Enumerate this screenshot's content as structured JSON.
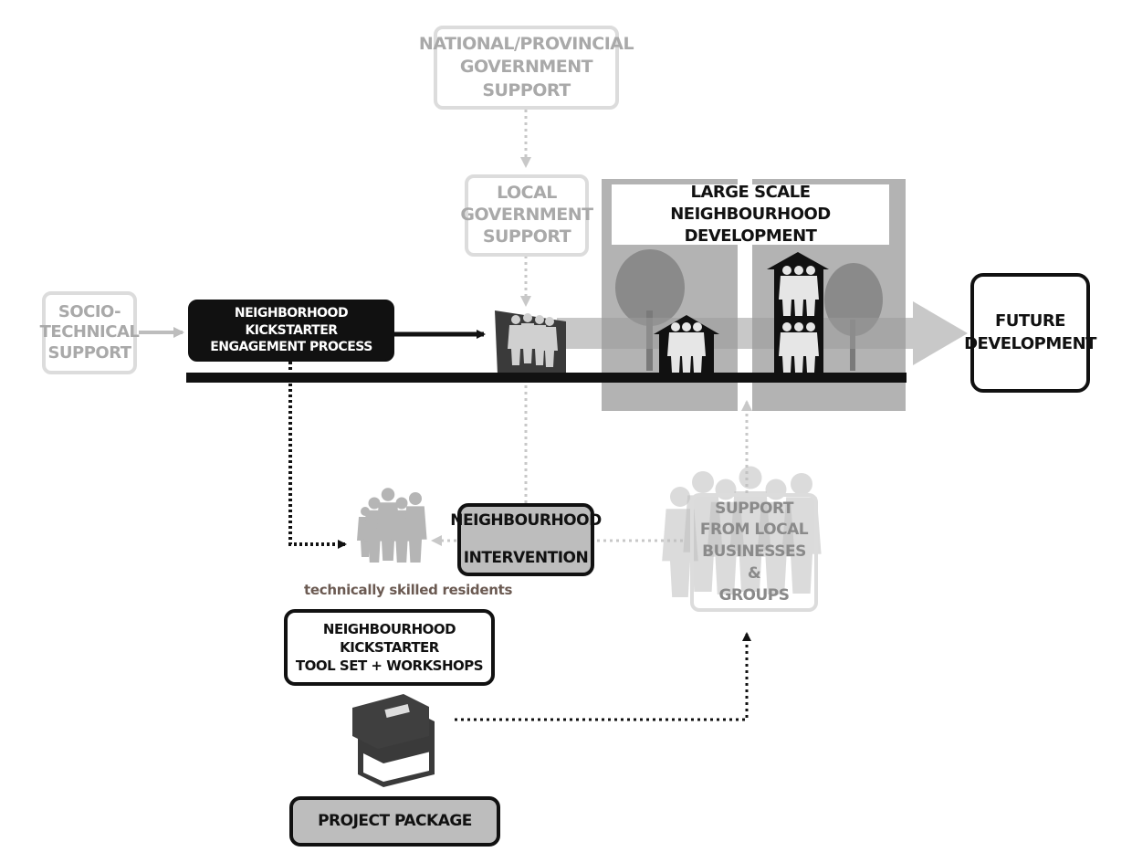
{
  "nodes": {
    "national_support": [
      "NATIONAL/PROVINCIAL",
      "GOVERNMENT SUPPORT"
    ],
    "local_support": [
      "LOCAL",
      "GOVERNMENT",
      "SUPPORT"
    ],
    "socio_technical": [
      "SOCIO-",
      "TECHNICAL",
      "SUPPORT"
    ],
    "kickstarter_engagement": [
      "NEIGHBORHOOD KICKSTARTER",
      "ENGAGEMENT PROCESS"
    ],
    "large_scale": [
      "LARGE SCALE",
      "NEIGHBOURHOOD DEVELOPMENT"
    ],
    "future_development": [
      "FUTURE",
      "DEVELOPMENT"
    ],
    "neighbourhood_intervention": [
      "NEIGHBOURHOOD",
      "INTERVENTION"
    ],
    "local_businesses": [
      "SUPPORT",
      "FROM LOCAL",
      "BUSINESSES &",
      "GROUPS"
    ],
    "toolset": [
      "NEIGHBOURHOOD KICKSTARTER",
      "TOOL SET + WORKSHOPS"
    ],
    "project_package": "PROJECT PACKAGE"
  },
  "captions": {
    "residents": "technically skilled residents"
  },
  "icons": [
    "people-group-icon",
    "house-icon",
    "tower-house-icon",
    "tree-icon",
    "book-stack-icon"
  ],
  "colors": {
    "black": "#111111",
    "ghost_border": "#dcdcdc",
    "ghost_text": "#a9a9a9",
    "panel_grey": "#b3b3b3",
    "package_fill": "#bdbdbd",
    "caption_brown": "#6b5a52"
  }
}
